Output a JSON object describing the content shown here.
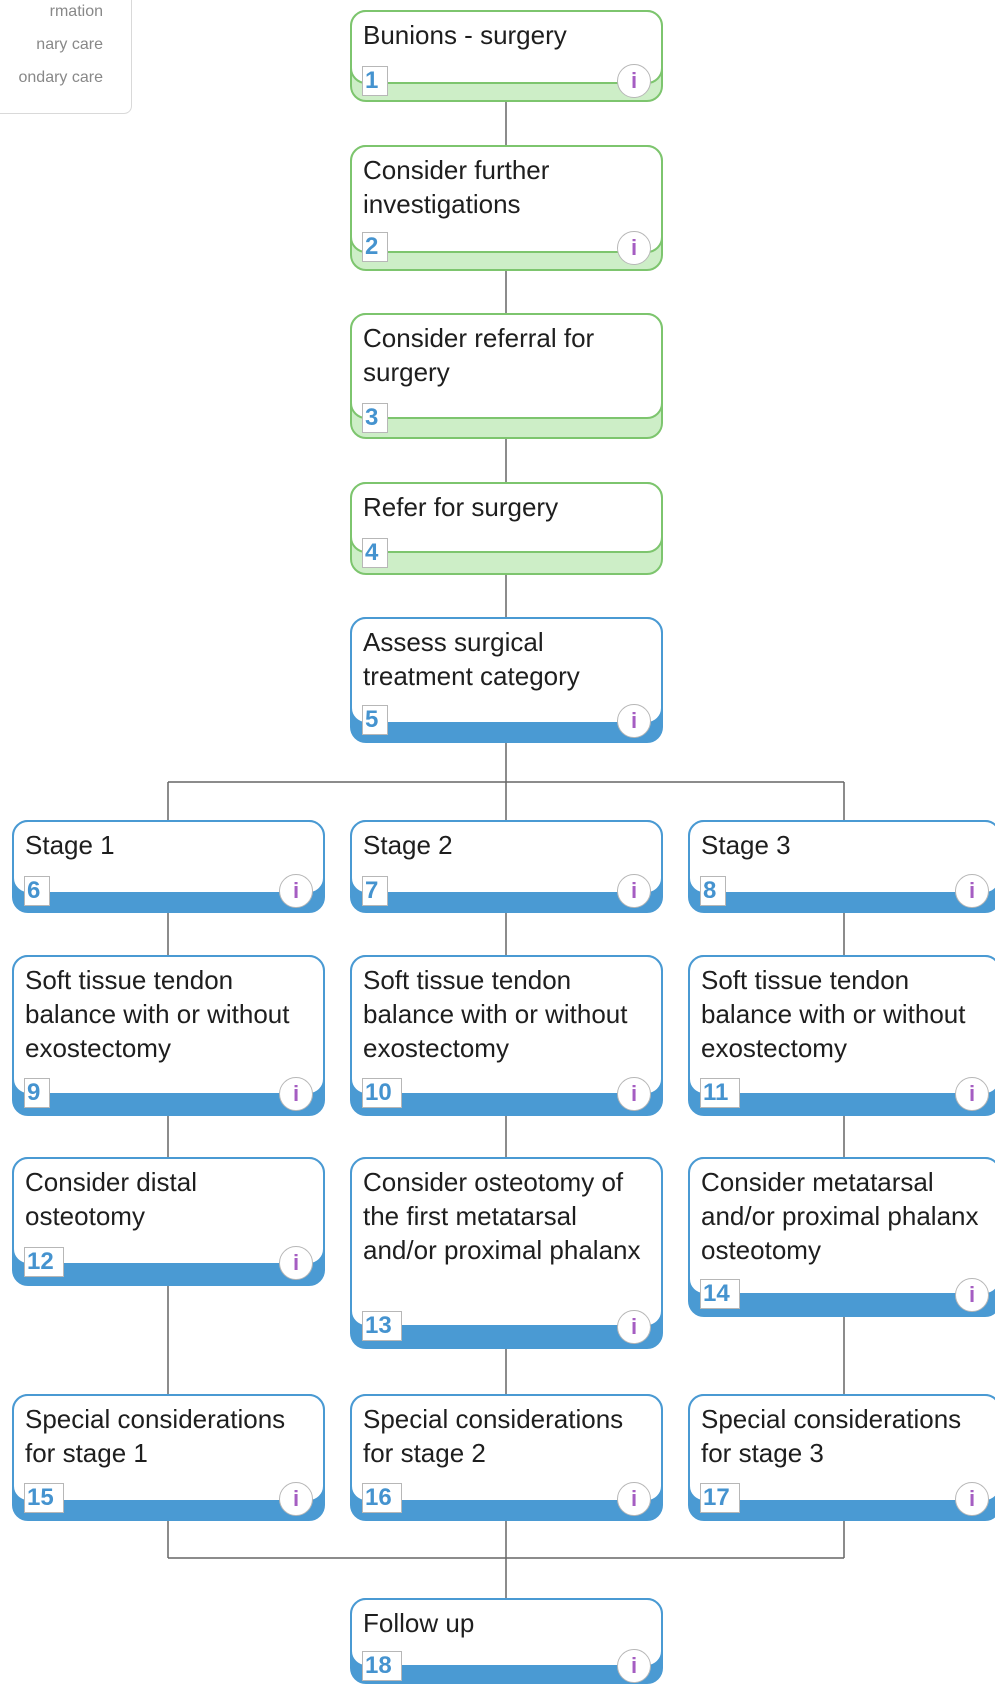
{
  "legend": {
    "items": [
      "rmation",
      "nary care",
      "ondary care"
    ]
  },
  "nodes": [
    {
      "id": "1",
      "label": "Bunions - surgery",
      "info": "i"
    },
    {
      "id": "2",
      "label": "Consider further investigations",
      "info": "i"
    },
    {
      "id": "3",
      "label": "Consider referral for surgery"
    },
    {
      "id": "4",
      "label": "Refer for surgery"
    },
    {
      "id": "5",
      "label": "Assess surgical treatment category",
      "info": "i"
    },
    {
      "id": "6",
      "label": "Stage 1",
      "info": "i"
    },
    {
      "id": "7",
      "label": "Stage 2",
      "info": "i"
    },
    {
      "id": "8",
      "label": "Stage 3",
      "info": "i"
    },
    {
      "id": "9",
      "label": "Soft tissue tendon balance with or without exostectomy",
      "info": "i"
    },
    {
      "id": "10",
      "label": "Soft tissue tendon balance with or without exostectomy",
      "info": "i"
    },
    {
      "id": "11",
      "label": "Soft tissue tendon balance with or without exostectomy",
      "info": "i"
    },
    {
      "id": "12",
      "label": "Consider distal osteotomy",
      "info": "i"
    },
    {
      "id": "13",
      "label": "Consider osteotomy of the first metatarsal and/or proximal phalanx",
      "info": "i"
    },
    {
      "id": "14",
      "label": "Consider metatarsal and/or proximal phalanx osteotomy",
      "info": "i"
    },
    {
      "id": "15",
      "label": "Special considerations for stage 1",
      "info": "i"
    },
    {
      "id": "16",
      "label": "Special considerations for stage 2",
      "info": "i"
    },
    {
      "id": "17",
      "label": "Special considerations for stage 3",
      "info": "i"
    },
    {
      "id": "18",
      "label": "Follow up",
      "info": "i"
    }
  ],
  "colors": {
    "primary_care": "#7dc56e",
    "primary_care_fill": "#cdeec7",
    "secondary_care": "#4a9ad3",
    "number": "#4593cf",
    "info_icon": "#a55dc2",
    "connector": "#666666"
  }
}
